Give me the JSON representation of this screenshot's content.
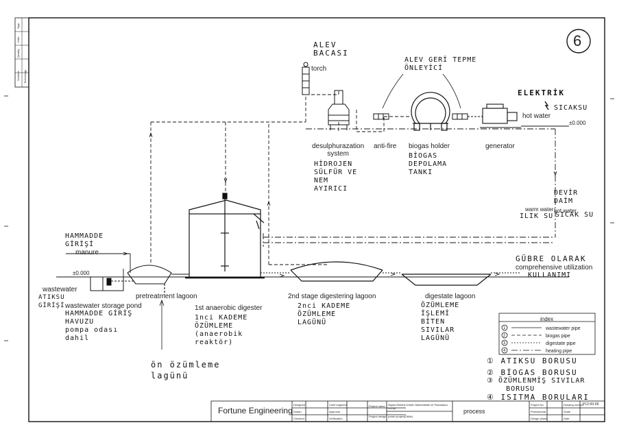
{
  "sheet_number": "6",
  "title_block": {
    "company": "Fortune Engineering",
    "process": "process",
    "company_cn": "Sigma Elektrik Üretim Mühendislik Ve Pazarlama Ltd.Şti",
    "project": "power project(2MW)",
    "drawing_code": "P12-00-06",
    "cells": {
      "designed": "Designed",
      "drawn": "Drawn",
      "checked": "Checked",
      "chief_engineer": "Chief engineer",
      "approval": "Approval",
      "verification": "Verification",
      "project_name": "Project name",
      "project_design": "Project design",
      "project_no": "Project No.",
      "professional": "Professional",
      "design_phase": "Design phase",
      "drawing_number": "Drawing number",
      "scale": "Scale",
      "date": "Date"
    }
  },
  "components": {
    "aleva_bacasi": "ALEV\nBACASI",
    "torch": "torch",
    "alev_geri": "ALEV GERİ TEPME\nÖNLEYİCİ",
    "elektrik": "ELEKTRİK",
    "sicaksu_top": "SICAKSU",
    "hot_water_top": "hot water",
    "level_top": "±0.000",
    "desulph": "desulphurazation\nsystem",
    "desulph_tr": "HİDROJEN\nSÜLFÜR VE\nNEM\nAYIRICI",
    "anti_fire": "anti-fire",
    "biogas_holder": "biogas holder",
    "biogas_tr": "BİOGAS\nDEPOLAMA\nTANKI",
    "generator": "generator",
    "devir_daim": "DEVİR\nDAİM",
    "warm_water": "warm water",
    "hot_water_mid": "hot water",
    "ilik_su": "ILIK SU",
    "sicak_su_mid": "SICAK SU",
    "hammadde": "HAMMADDE\nGİRİŞİ",
    "manure": "manure",
    "level_left": "±0.000",
    "wastewater": "wastewater",
    "atiksu": "ATIKSU\nGİRİŞİ",
    "ww_storage": "wastewater storage pond",
    "hammadde_havuz": "HAMMADDE GİRİŞ\nHAVUZU\npompa odası\ndahil",
    "pretreat": "pretreatment lagoon",
    "on_ozumleme": "ön özümleme\nlagünü",
    "first_digester": "1st anaerobic digester",
    "first_tr": "1nci KADEME\nÖZÜMLEME\n(anaerobik\nreaktör)",
    "second_stage": "2nd stage digestering lagoon",
    "second_tr": "2nci KADEME\nÖZÜMLEME\nLAGÜNÜ",
    "digestate": "digestate lagoon",
    "digestate_tr": "ÖZÜMLEME\nİŞLEMİ\nBİTEN\nSIVILAR\nLAGÜNÜ",
    "gubre": "GÜBRE OLARAK",
    "comprehensive": "comprehensive utilization",
    "kullanim": "KULLANIMI"
  },
  "index": {
    "title": "index",
    "items": [
      {
        "num": "1",
        "label": "wastewater pipe"
      },
      {
        "num": "2",
        "label": "biogas pipe"
      },
      {
        "num": "3",
        "label": "digestate pipe"
      },
      {
        "num": "4",
        "label": "heating pipe"
      }
    ]
  },
  "legend_tr": [
    "① ATIKSU BORUSU",
    "② BİOGAS BORUSU",
    "③ ÖZÜMLENMİŞ SIVILAR\n    BORUSU",
    "④ ISITMA BORULARI"
  ],
  "side_strip": [
    "Scheme",
    "Technology",
    "Quality",
    "Date",
    "Sign"
  ]
}
